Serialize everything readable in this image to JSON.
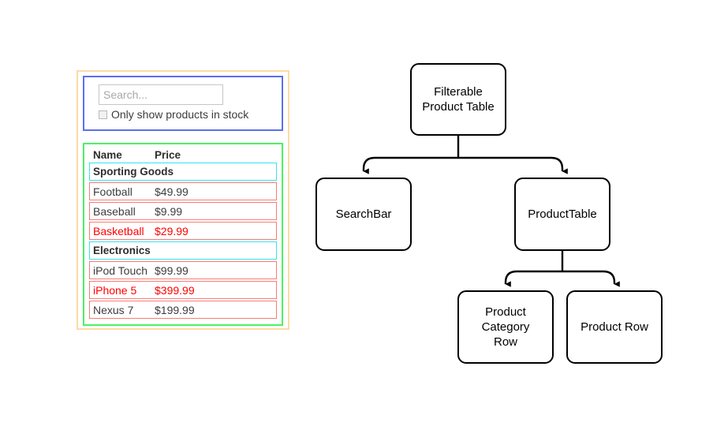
{
  "mockup": {
    "search_bar": {
      "search_placeholder": "Search...",
      "search_value": "",
      "stock_filter_label": "Only show products in stock",
      "stock_filter_checked": false,
      "outline_color": "#5b6ff0"
    },
    "product_table": {
      "outline_color": "#4cf165",
      "category_outline_color": "#36e2ef",
      "row_outline_color": "#fb7a75",
      "out_of_stock_color": "#ff0000",
      "columns": [
        "Name",
        "Price"
      ],
      "rows": [
        {
          "type": "category",
          "name": "Sporting Goods",
          "price": ""
        },
        {
          "type": "product",
          "name": "Football",
          "price": "$49.99",
          "stocked": true
        },
        {
          "type": "product",
          "name": "Baseball",
          "price": "$9.99",
          "stocked": true
        },
        {
          "type": "product",
          "name": "Basketball",
          "price": "$29.99",
          "stocked": false
        },
        {
          "type": "category",
          "name": "Electronics",
          "price": ""
        },
        {
          "type": "product",
          "name": "iPod Touch",
          "price": "$99.99",
          "stocked": true
        },
        {
          "type": "product",
          "name": "iPhone 5",
          "price": "$399.99",
          "stocked": false
        },
        {
          "type": "product",
          "name": "Nexus 7",
          "price": "$199.99",
          "stocked": true
        }
      ]
    },
    "outer_outline_color": "#fbdca4"
  },
  "diagram": {
    "nodes": {
      "root": "Filterable\nProduct Table",
      "root_line1": "Filterable",
      "root_line2": "Product Table",
      "searchbar": "SearchBar",
      "producttable": "ProductTable",
      "categoryrow_line1": "Product",
      "categoryrow_line2": "Category",
      "categoryrow_line3": "Row",
      "productrow": "Product Row"
    }
  }
}
